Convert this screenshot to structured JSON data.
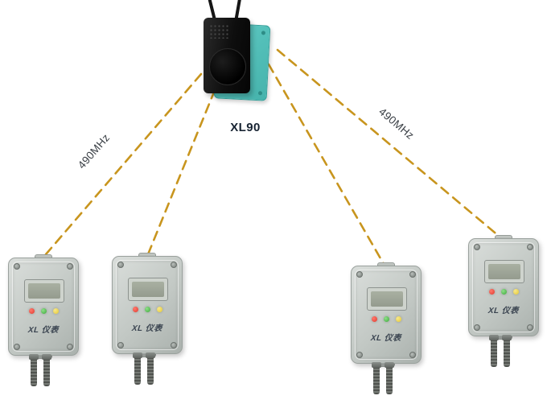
{
  "gateway": {
    "label": "XL90"
  },
  "links": {
    "left_label": "490MHz",
    "right_label": "490MHz"
  },
  "sensor": {
    "logo": "XL 仪表"
  },
  "colors": {
    "link": "#C8951E",
    "plate": "#5EC9C3",
    "led-red": "#E03A2E",
    "led-green": "#3DA83A",
    "led-yellow": "#E6C82F"
  }
}
